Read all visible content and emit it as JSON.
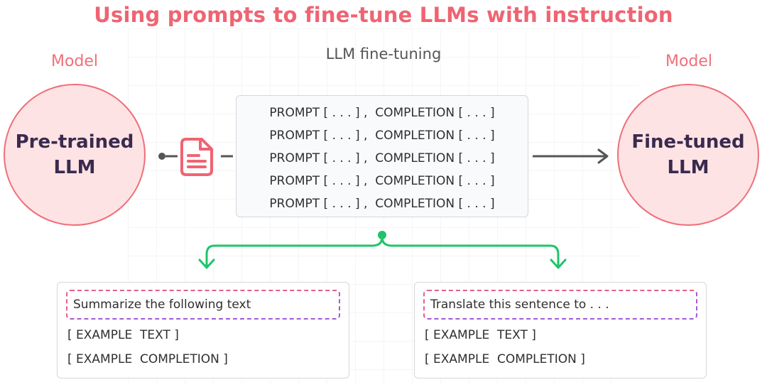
{
  "title": "Using prompts to fine-tune LLMs with instruction",
  "subtitle": "LLM fine-tuning",
  "left_model": {
    "label": "Model",
    "name_line1": "Pre-trained",
    "name_line2": "LLM"
  },
  "right_model": {
    "label": "Model",
    "name_line1": "Fine-tuned",
    "name_line2": "LLM"
  },
  "prompt_pairs": [
    "PROMPT [ . . . ] ,  COMPLETION [ . . . ]",
    "PROMPT [ . . . ] ,  COMPLETION [ . . . ]",
    "PROMPT [ . . . ] ,  COMPLETION [ . . . ]",
    "PROMPT [ . . . ] ,  COMPLETION [ . . . ]",
    "PROMPT [ . . . ] ,  COMPLETION [ . . . ]"
  ],
  "examples": [
    {
      "instruction": "Summarize the following text",
      "text": "[ EXAMPLE  TEXT ]",
      "completion": "[ EXAMPLE  COMPLETION ]"
    },
    {
      "instruction": "Translate this sentence to . . .",
      "text": "[ EXAMPLE  TEXT ]",
      "completion": "[ EXAMPLE  COMPLETION ]"
    }
  ],
  "icons": {
    "document": "document-icon"
  },
  "colors": {
    "accent": "#ef6472",
    "circle_fill": "#fde3e4",
    "connector_green": "#1fc46a",
    "dash_pink": "#e45f8f",
    "dash_purple": "#a55ad6"
  }
}
